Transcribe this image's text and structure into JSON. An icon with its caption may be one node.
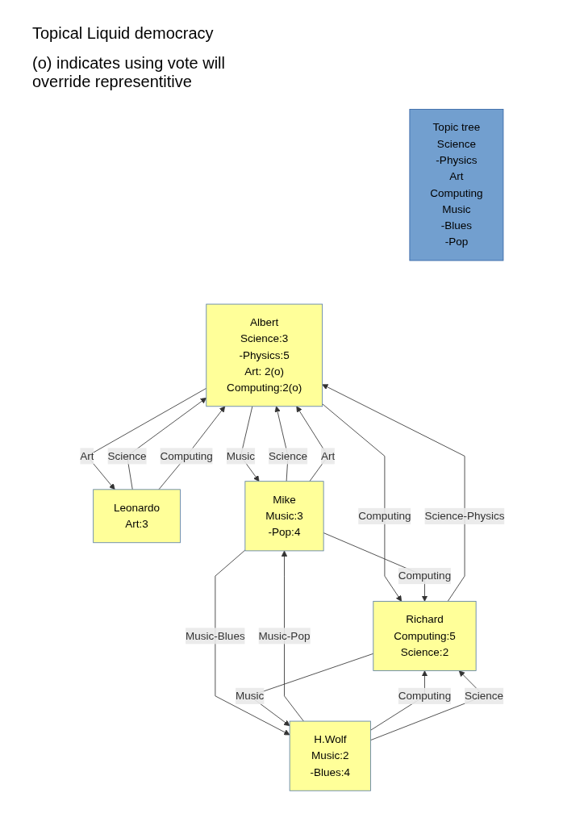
{
  "diagram": {
    "title": "Topical Liquid democracy",
    "nodes": [
      {
        "text": [
          "Topic tree",
          "Science",
          "-Physics",
          "Art",
          "Computing",
          "Music",
          "-Blues",
          "-Pop"
        ]
      },
      {
        "text": [
          "Albert",
          "Science:3",
          "-Physics:5",
          "Art: 2(o)",
          "Computing:2(o)"
        ]
      },
      {
        "text": [
          "Leonardo",
          "Art:3"
        ]
      },
      {
        "text": [
          "Mike",
          "Music:3",
          "-Pop:4"
        ]
      },
      {
        "text": [
          "Richard",
          "Computing:5",
          "Science:2"
        ]
      },
      {
        "text": [
          "H.Wolf",
          "Music:2",
          "-Blues:4"
        ]
      }
    ],
    "edges": [
      {
        "from": 1,
        "to": 2,
        "label": "Art",
        "arrow": "to"
      },
      {
        "from": 2,
        "to": 1,
        "label": "Science",
        "arrow": "to"
      },
      {
        "from": 2,
        "to": 1,
        "label": "Computing",
        "arrow": "to"
      },
      {
        "from": 3,
        "to": 1,
        "label": "Science",
        "arrow": "to"
      },
      {
        "from": 3,
        "to": 1,
        "label": "Art",
        "arrow": "to"
      },
      {
        "from": 1,
        "to": 3,
        "label": "Music",
        "arrow": "to"
      },
      {
        "from": 4,
        "to": 1,
        "label": "Science-Physics",
        "arrow": "to"
      },
      {
        "from": 1,
        "to": 4,
        "label": "Computing",
        "arrow": "to"
      },
      {
        "from": 3,
        "to": 4,
        "label": "Computing",
        "arrow": "to"
      },
      {
        "from": 5,
        "to": 3,
        "label": "Music-Pop",
        "arrow": "to"
      },
      {
        "from": 3,
        "to": 5,
        "label": "Music-Blues",
        "arrow": "to"
      },
      {
        "from": 5,
        "to": 4,
        "label": "Computing",
        "arrow": "to"
      },
      {
        "from": 5,
        "to": 4,
        "label": "Science",
        "arrow": "to"
      },
      {
        "from": 4,
        "to": 5,
        "label": "Music",
        "arrow": "to"
      }
    ],
    "labels": [
      "(o) indicates using vote will override representitive"
    ]
  }
}
